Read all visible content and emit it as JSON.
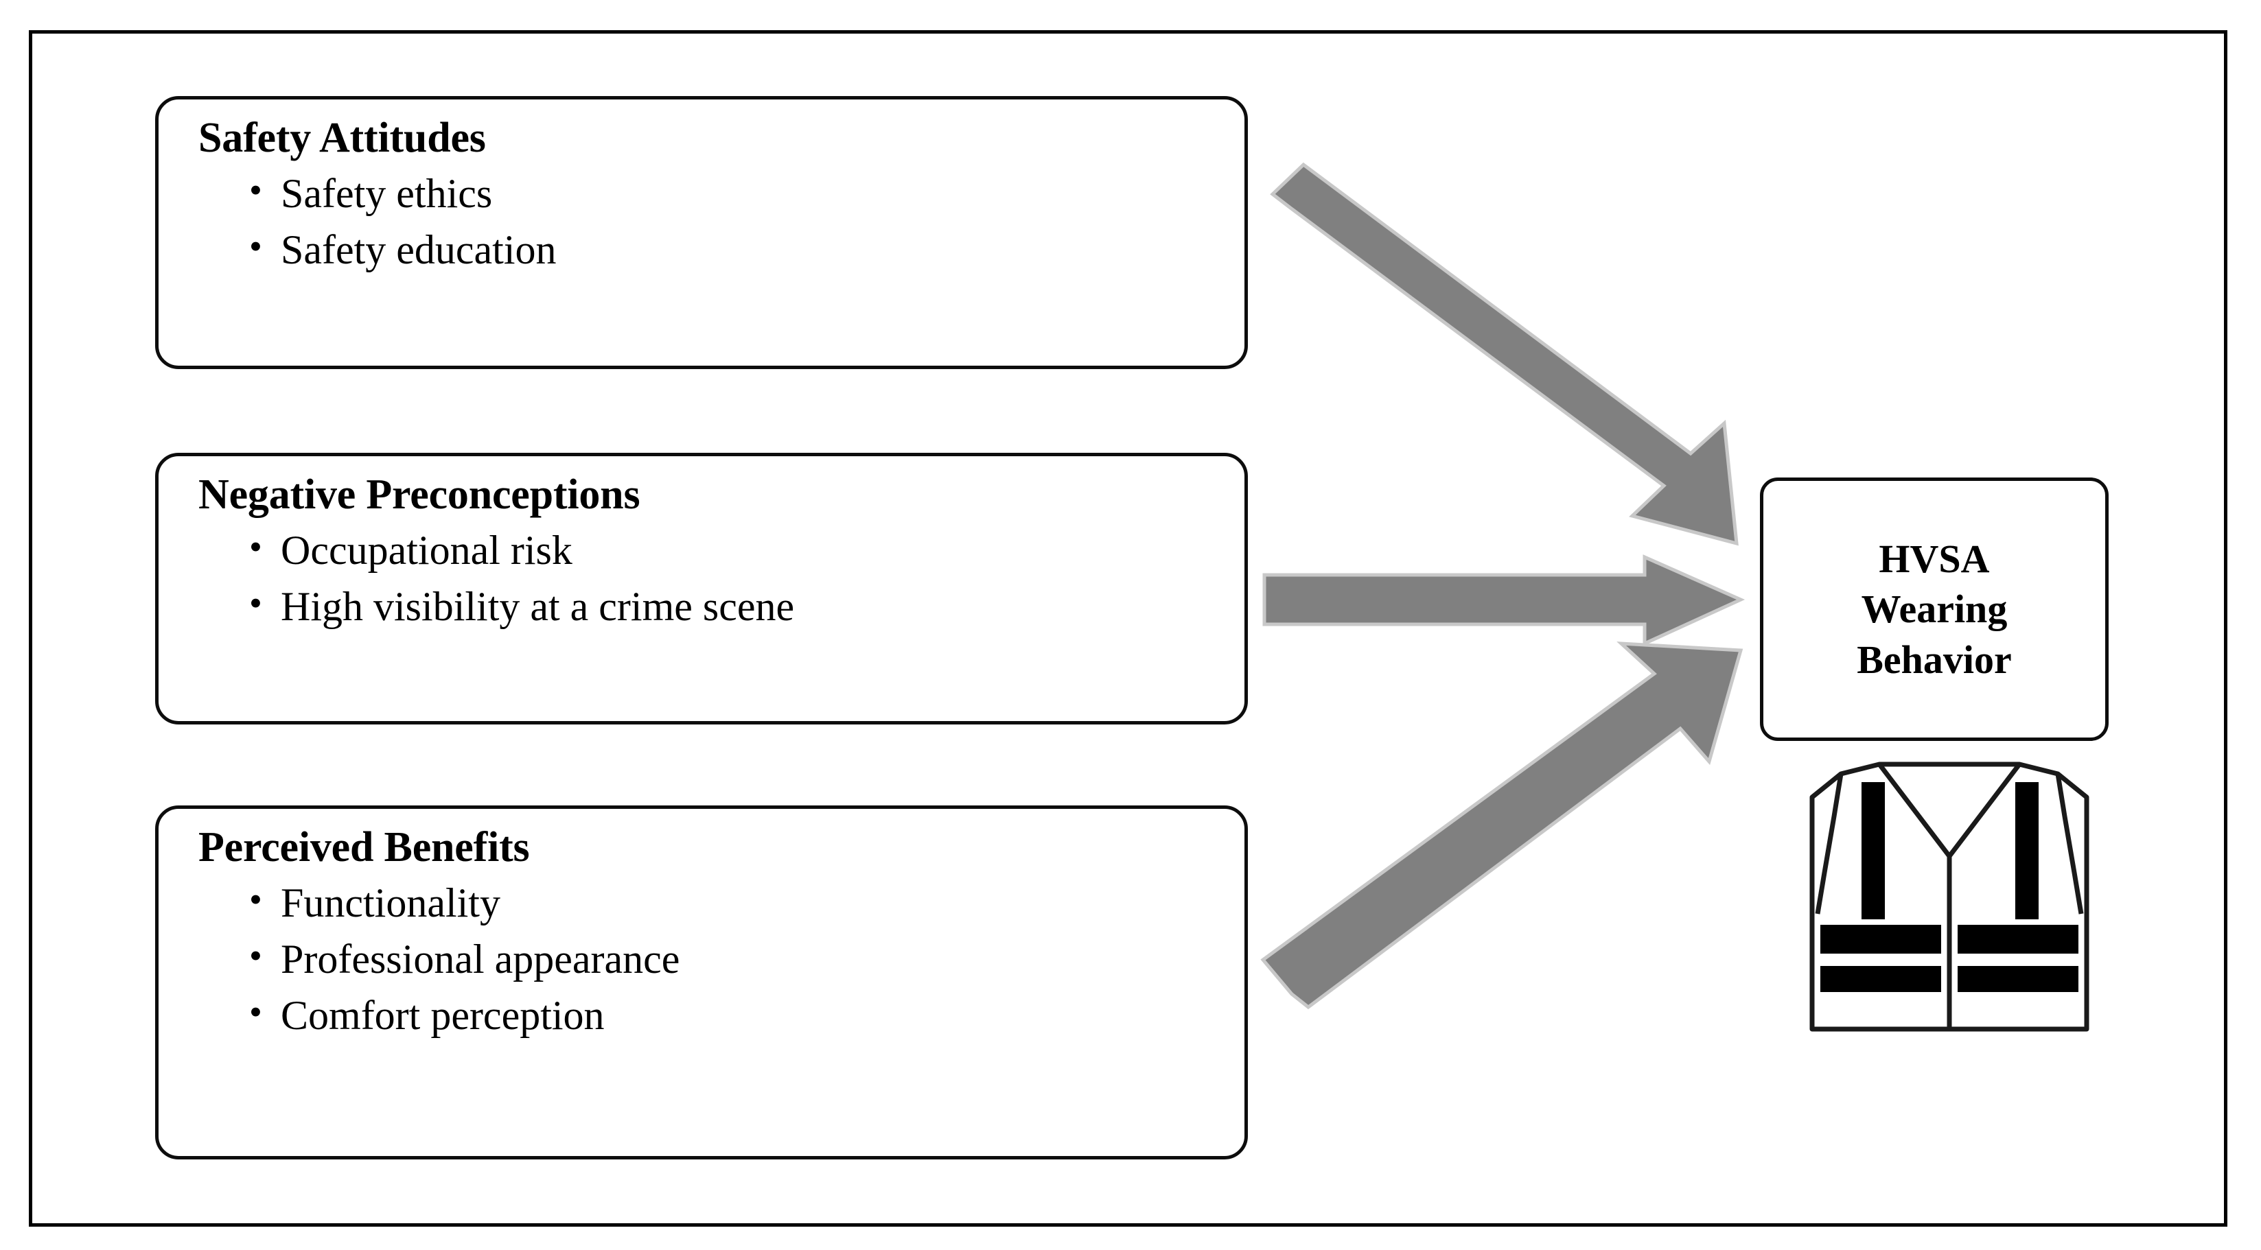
{
  "diagram": {
    "title_present": false,
    "colors": {
      "arrow_fill": "#808080",
      "arrow_outline": "#c8c8c8",
      "box_border": "#0d0d0d",
      "frame_border": "#000000",
      "background": "#ffffff",
      "text": "#000000",
      "vest_stripe": "#000000"
    },
    "factors": [
      {
        "title": "Safety Attitudes",
        "items": [
          "Safety ethics",
          "Safety education"
        ]
      },
      {
        "title": "Negative Preconceptions",
        "items": [
          "Occupational risk",
          "High visibility at a crime scene"
        ]
      },
      {
        "title": "Perceived Benefits",
        "items": [
          "Functionality",
          "Professional appearance",
          "Comfort perception"
        ]
      }
    ],
    "outcome": {
      "lines": [
        "HVSA",
        "Wearing",
        "Behavior"
      ],
      "icon": "safety-vest-icon"
    },
    "arrows": [
      {
        "name": "arrow-safety-attitudes-to-outcome",
        "direction": "down-right"
      },
      {
        "name": "arrow-negative-preconceptions-to-outcome",
        "direction": "right"
      },
      {
        "name": "arrow-perceived-benefits-to-outcome",
        "direction": "up-right"
      }
    ]
  }
}
